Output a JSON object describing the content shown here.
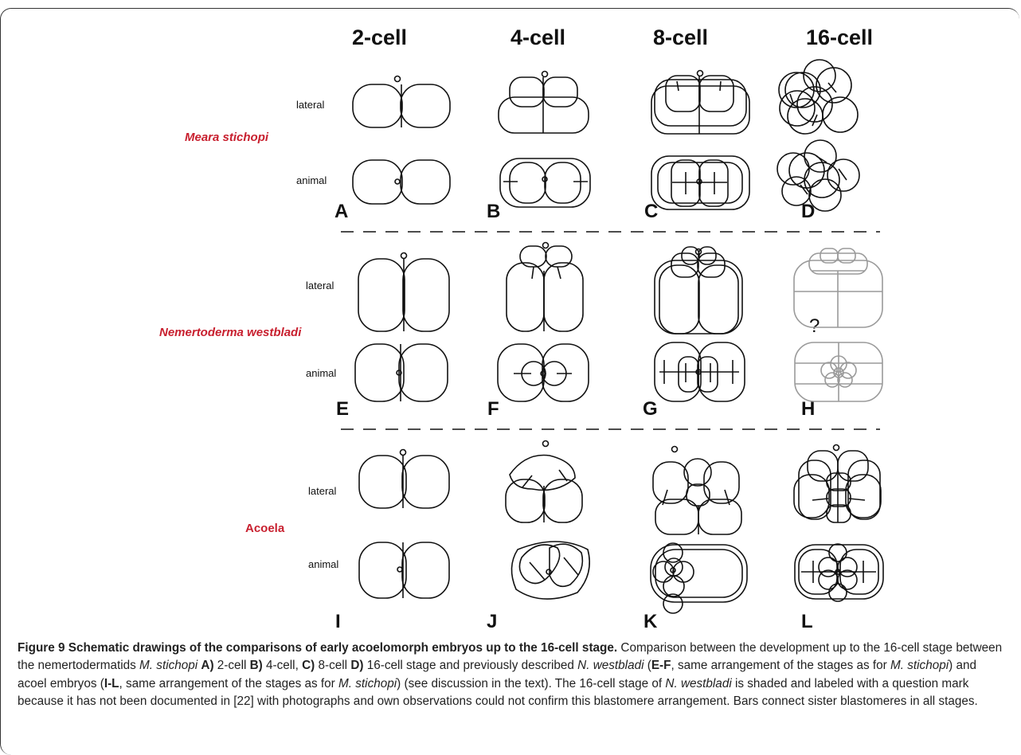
{
  "stages": [
    "2-cell",
    "4-cell",
    "8-cell",
    "16-cell"
  ],
  "species": [
    "Meara stichopi",
    "Nemertoderma westbladi",
    "Acoela"
  ],
  "views": {
    "lateral": "lateral",
    "animal": "animal"
  },
  "panel_letters": [
    "A",
    "B",
    "C",
    "D",
    "E",
    "F",
    "G",
    "H",
    "I",
    "J",
    "K",
    "L"
  ],
  "question_mark": "?",
  "caption": {
    "title": "Figure 9 Schematic drawings of the comparisons of early acoelomorph embryos up to the 16-cell stage.",
    "t1": " Comparison between the development up to the 16-cell stage between the nemertodermatids ",
    "m_stichopi": "M. stichopi",
    "A": "A)",
    "t2": " 2-cell ",
    "B": "B)",
    "t3": " 4-cell, ",
    "C": "C)",
    "t4": " 8-cell ",
    "D": "D)",
    "t5": " 16-cell stage and previously described ",
    "n_westbladi": "N. westbladi",
    "t6": " (",
    "EF": "E-F",
    "t7": ", same arrangement of the stages as for ",
    "t8": ") and acoel embryos (",
    "IL": "I-L",
    "t9": ", same arrangement of the stages as for ",
    "t10": ") (see discussion in the text). The 16-cell stage of ",
    "t11": " is shaded and labeled with a question mark because it has not been documented in [22] with photographs and own observations could not confirm this blastomere arrangement. Bars connect sister blastomeres in all stages."
  }
}
